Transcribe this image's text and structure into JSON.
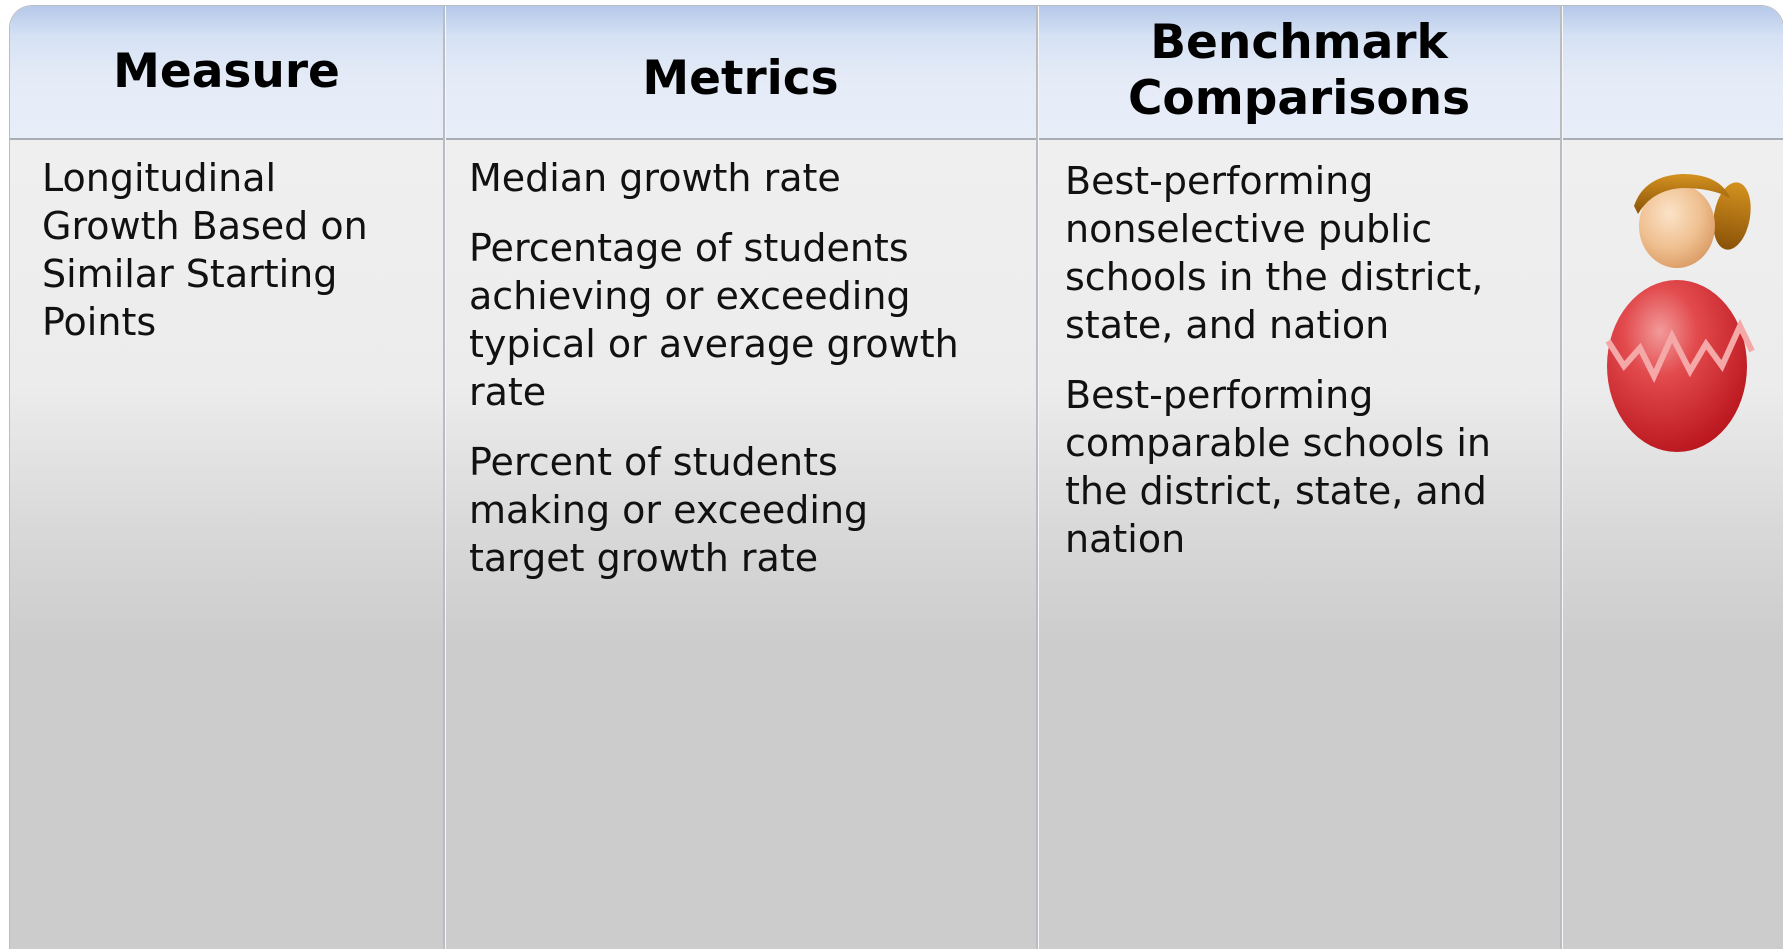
{
  "header": {
    "measure": "Measure",
    "metrics": "Metrics",
    "benchmark_line1": "Benchmark",
    "benchmark_line2": "Comparisons",
    "image_col": ""
  },
  "row": {
    "measure": {
      "line1": "Longitudinal",
      "line2": "Growth Based on",
      "line3": "Similar Starting",
      "line4": "Points"
    },
    "metrics": [
      {
        "lines": [
          "Median growth rate"
        ]
      },
      {
        "lines": [
          "Percentage of students",
          "achieving or exceeding",
          "typical or average growth",
          "rate"
        ]
      },
      {
        "lines": [
          "Percent of students",
          "making or exceeding",
          "target growth rate"
        ]
      }
    ],
    "benchmarks": [
      {
        "lines": [
          "Best-performing",
          "nonselective public",
          "schools in the district,",
          "state, and nation"
        ]
      },
      {
        "lines": [
          "Best-performing",
          "comparable schools in",
          "the district, state, and",
          "nation"
        ]
      }
    ]
  },
  "icons": {
    "student": "student-avatar-icon"
  },
  "colors": {
    "header_top": "#b5c8e9",
    "header_bottom": "#e8eef8",
    "body_top": "#f1f1f1",
    "body_bottom": "#cccccc",
    "avatar_body": "#d9252f",
    "avatar_hair": "#a0660f"
  }
}
